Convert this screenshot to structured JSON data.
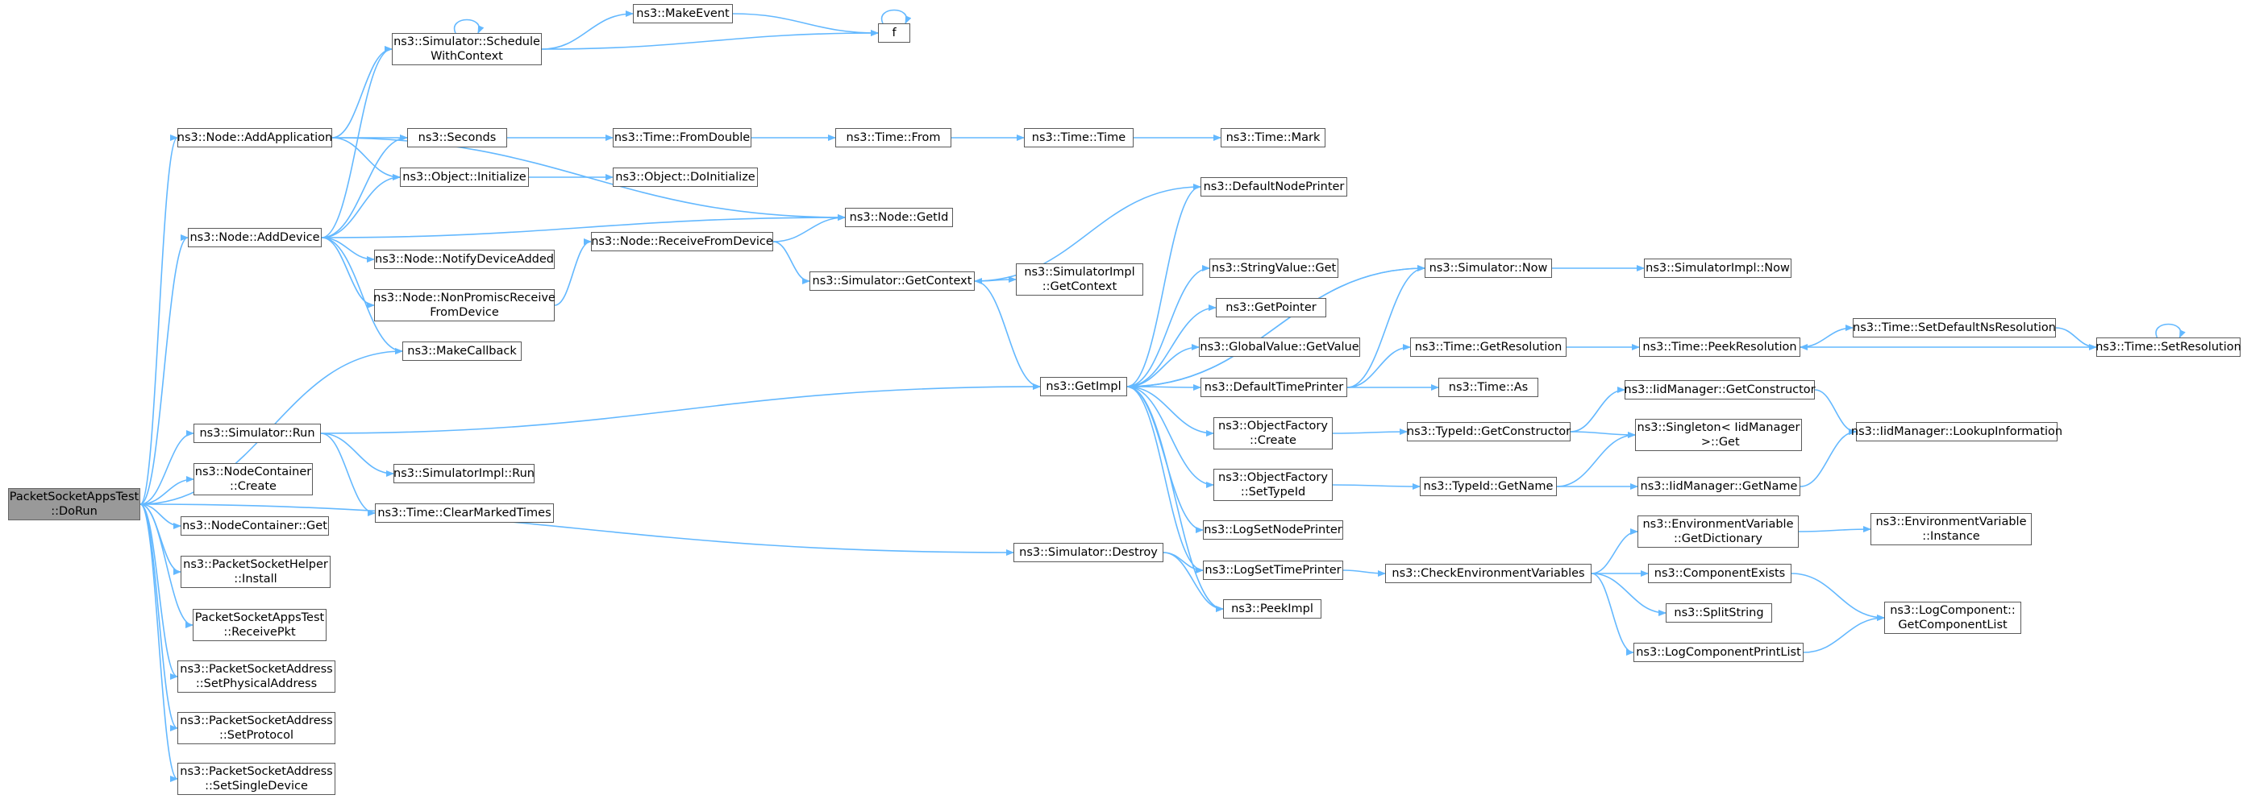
{
  "diagram": {
    "edge_color": "#63b8ff",
    "node_border_color": "#5a5a5a",
    "root_fill_color": "#999999",
    "nodes": [
      {
        "id": "doRun",
        "label": "PacketSocketAppsTest\n::DoRun",
        "root": true
      },
      {
        "id": "addApp",
        "label": "ns3::Node::AddApplication"
      },
      {
        "id": "addDev",
        "label": "ns3::Node::AddDevice"
      },
      {
        "id": "simRun",
        "label": "ns3::Simulator::Run"
      },
      {
        "id": "ncCreate",
        "label": "ns3::NodeContainer\n::Create"
      },
      {
        "id": "ncGet",
        "label": "ns3::NodeContainer::Get"
      },
      {
        "id": "pshInstall",
        "label": "ns3::PacketSocketHelper\n::Install"
      },
      {
        "id": "recvPkt",
        "label": "PacketSocketAppsTest\n::ReceivePkt"
      },
      {
        "id": "setPhys",
        "label": "ns3::PacketSocketAddress\n::SetPhysicalAddress"
      },
      {
        "id": "setProto",
        "label": "ns3::PacketSocketAddress\n::SetProtocol"
      },
      {
        "id": "setSingle",
        "label": "ns3::PacketSocketAddress\n::SetSingleDevice"
      },
      {
        "id": "schedCtx",
        "label": "ns3::Simulator::Schedule\nWithContext"
      },
      {
        "id": "seconds",
        "label": "ns3::Seconds"
      },
      {
        "id": "objInit",
        "label": "ns3::Object::Initialize"
      },
      {
        "id": "notifyDev",
        "label": "ns3::Node::NotifyDeviceAdded"
      },
      {
        "id": "nonProm",
        "label": "ns3::Node::NonPromiscReceive\nFromDevice"
      },
      {
        "id": "makeCb",
        "label": "ns3::MakeCallback"
      },
      {
        "id": "simImplRun",
        "label": "ns3::SimulatorImpl::Run"
      },
      {
        "id": "clearMarked",
        "label": "ns3::Time::ClearMarkedTimes"
      },
      {
        "id": "makeEvent",
        "label": "ns3::MakeEvent"
      },
      {
        "id": "f",
        "label": "f"
      },
      {
        "id": "fromDouble",
        "label": "ns3::Time::FromDouble"
      },
      {
        "id": "timeFrom",
        "label": "ns3::Time::From"
      },
      {
        "id": "timeTime",
        "label": "ns3::Time::Time"
      },
      {
        "id": "timeMark",
        "label": "ns3::Time::Mark"
      },
      {
        "id": "doInit",
        "label": "ns3::Object::DoInitialize"
      },
      {
        "id": "getId",
        "label": "ns3::Node::GetId"
      },
      {
        "id": "recvFromDev",
        "label": "ns3::Node::ReceiveFromDevice"
      },
      {
        "id": "getCtx",
        "label": "ns3::Simulator::GetContext"
      },
      {
        "id": "simImplGetCtx",
        "label": "ns3::SimulatorImpl\n::GetContext"
      },
      {
        "id": "getImpl",
        "label": "ns3::GetImpl"
      },
      {
        "id": "simDestroy",
        "label": "ns3::Simulator::Destroy"
      },
      {
        "id": "defNodePrinter",
        "label": "ns3::DefaultNodePrinter"
      },
      {
        "id": "strValGet",
        "label": "ns3::StringValue::Get"
      },
      {
        "id": "getPointer",
        "label": "ns3::GetPointer"
      },
      {
        "id": "gvGetValue",
        "label": "ns3::GlobalValue::GetValue"
      },
      {
        "id": "defTimePrinter",
        "label": "ns3::DefaultTimePrinter"
      },
      {
        "id": "ofCreate",
        "label": "ns3::ObjectFactory\n::Create"
      },
      {
        "id": "ofSetTypeId",
        "label": "ns3::ObjectFactory\n::SetTypeId"
      },
      {
        "id": "logSetNode",
        "label": "ns3::LogSetNodePrinter"
      },
      {
        "id": "logSetTime",
        "label": "ns3::LogSetTimePrinter"
      },
      {
        "id": "peekImpl",
        "label": "ns3::PeekImpl"
      },
      {
        "id": "simNow",
        "label": "ns3::Simulator::Now"
      },
      {
        "id": "simImplNow",
        "label": "ns3::SimulatorImpl::Now"
      },
      {
        "id": "getRes",
        "label": "ns3::Time::GetResolution"
      },
      {
        "id": "timeAs",
        "label": "ns3::Time::As"
      },
      {
        "id": "tidGetCtor",
        "label": "ns3::TypeId::GetConstructor"
      },
      {
        "id": "tidGetName",
        "label": "ns3::TypeId::GetName"
      },
      {
        "id": "checkEnv",
        "label": "ns3::CheckEnvironmentVariables"
      },
      {
        "id": "peekRes",
        "label": "ns3::Time::PeekResolution"
      },
      {
        "id": "iidGetCtor",
        "label": "ns3::IidManager::GetConstructor"
      },
      {
        "id": "singleton",
        "label": "ns3::Singleton< IidManager\n >::Get"
      },
      {
        "id": "iidGetName",
        "label": "ns3::IidManager::GetName"
      },
      {
        "id": "envGetDict",
        "label": "ns3::EnvironmentVariable\n::GetDictionary"
      },
      {
        "id": "compExists",
        "label": "ns3::ComponentExists"
      },
      {
        "id": "splitString",
        "label": "ns3::SplitString"
      },
      {
        "id": "logCompPrint",
        "label": "ns3::LogComponentPrintList"
      },
      {
        "id": "setDefRes",
        "label": "ns3::Time::SetDefaultNsResolution"
      },
      {
        "id": "lookupInfo",
        "label": "ns3::IidManager::LookupInformation"
      },
      {
        "id": "envInstance",
        "label": "ns3::EnvironmentVariable\n::Instance"
      },
      {
        "id": "logCompGetList",
        "label": "ns3::LogComponent::\nGetComponentList"
      },
      {
        "id": "setRes",
        "label": "ns3::Time::SetResolution"
      }
    ]
  }
}
